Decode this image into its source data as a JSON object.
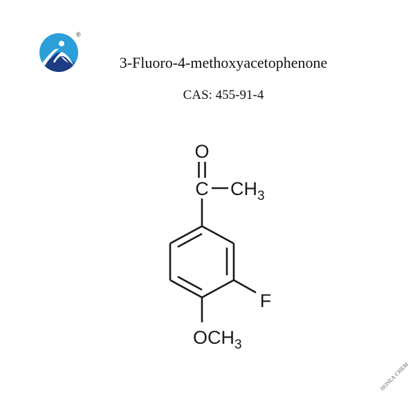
{
  "header": {
    "logo_icon": "hosea-chem-logo-icon",
    "registered_mark": "®",
    "compound_name": "3-Fluoro-4-methoxyacetophenone",
    "cas_label": "CAS: 455-91-4"
  },
  "structure": {
    "atoms": {
      "carbonyl_oxygen": "O",
      "carbonyl_carbon": "C",
      "methyl_C": "CH",
      "methyl_sub": "3",
      "fluorine": "F",
      "methoxy_OC": "OCH",
      "methoxy_sub": "3"
    }
  },
  "watermark": {
    "text": "HOSEA CHEM"
  },
  "colors": {
    "logo_light_blue": "#2b9fd9",
    "logo_dark_blue": "#1d3c84",
    "text": "#111111",
    "bond": "#1a1a1a"
  }
}
